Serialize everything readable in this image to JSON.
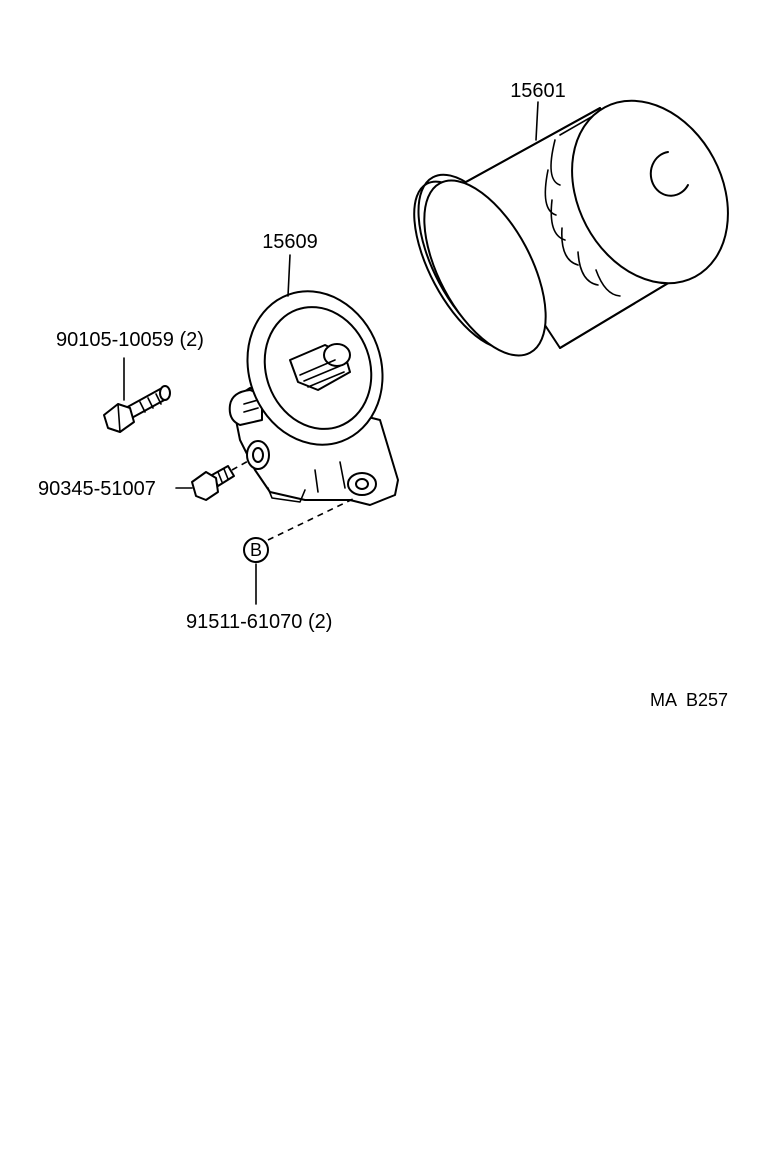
{
  "parts": [
    {
      "id": "filter",
      "label": "15601"
    },
    {
      "id": "filter_bracket",
      "label": "15609"
    },
    {
      "id": "bolt",
      "label": "90105-10059 (2)"
    },
    {
      "id": "plug",
      "label": "90345-51007"
    },
    {
      "id": "clip",
      "label": "91511-61070 (2)"
    }
  ],
  "callout": {
    "letter": "B"
  },
  "diagram_code": "MA  B257"
}
